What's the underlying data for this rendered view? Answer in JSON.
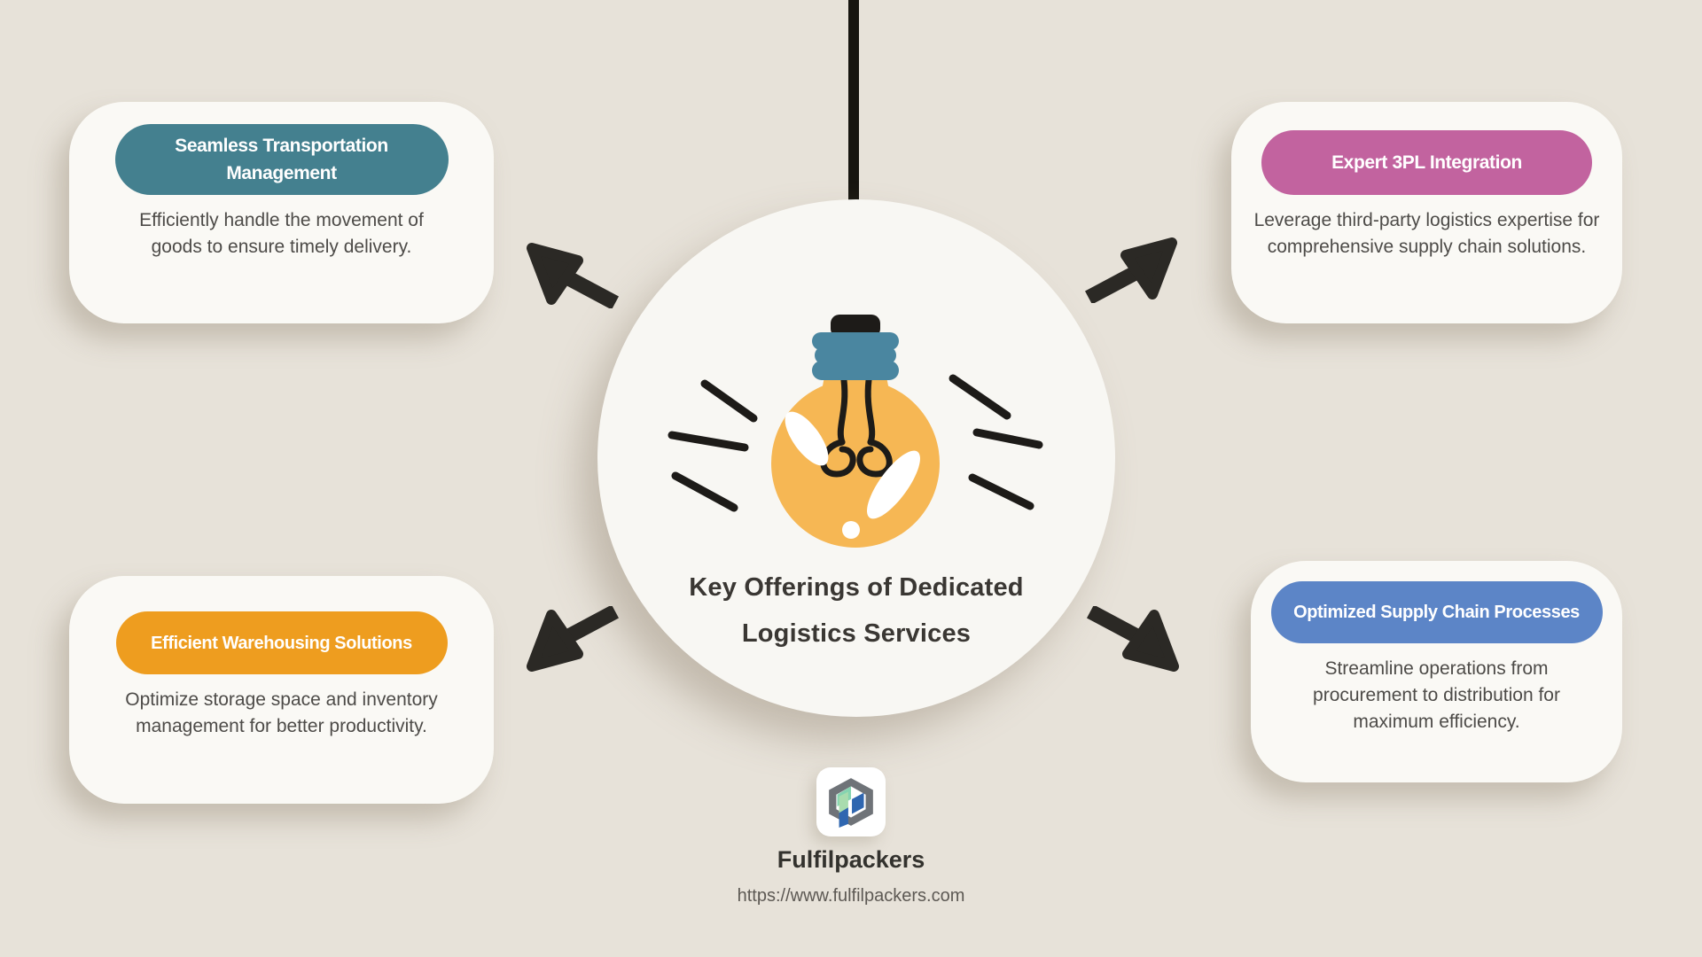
{
  "page": {
    "background_color": "#e7e2d9",
    "card_color": "#faf9f5",
    "ink_color": "#1d1b18"
  },
  "center": {
    "title": "Key Offerings of Dedicated Logistics Services",
    "bulb": {
      "icon": "lightbulb-icon",
      "glass_color": "#f6b754",
      "socket_color": "#4a86a0",
      "ink_color": "#1d1b18"
    }
  },
  "cards": [
    {
      "title": "Seamless Transportation Management",
      "description": "Efficiently handle the movement of goods to ensure timely delivery.",
      "pill_color": "#44808f"
    },
    {
      "title": "Expert 3PL Integration",
      "description": "Leverage third-party logistics expertise for comprehensive supply chain solutions.",
      "pill_color": "#c2639f"
    },
    {
      "title": "Efficient Warehousing Solutions",
      "description": "Optimize storage space and inventory management for better productivity.",
      "pill_color": "#ee9d1f"
    },
    {
      "title": "Optimized Supply Chain Processes",
      "description": "Streamline operations from procurement to distribution for maximum efficiency.",
      "pill_color": "#5c85c7"
    }
  ],
  "footer": {
    "brand": "Fulfilpackers",
    "url": "https://www.fulfilpackers.com"
  }
}
